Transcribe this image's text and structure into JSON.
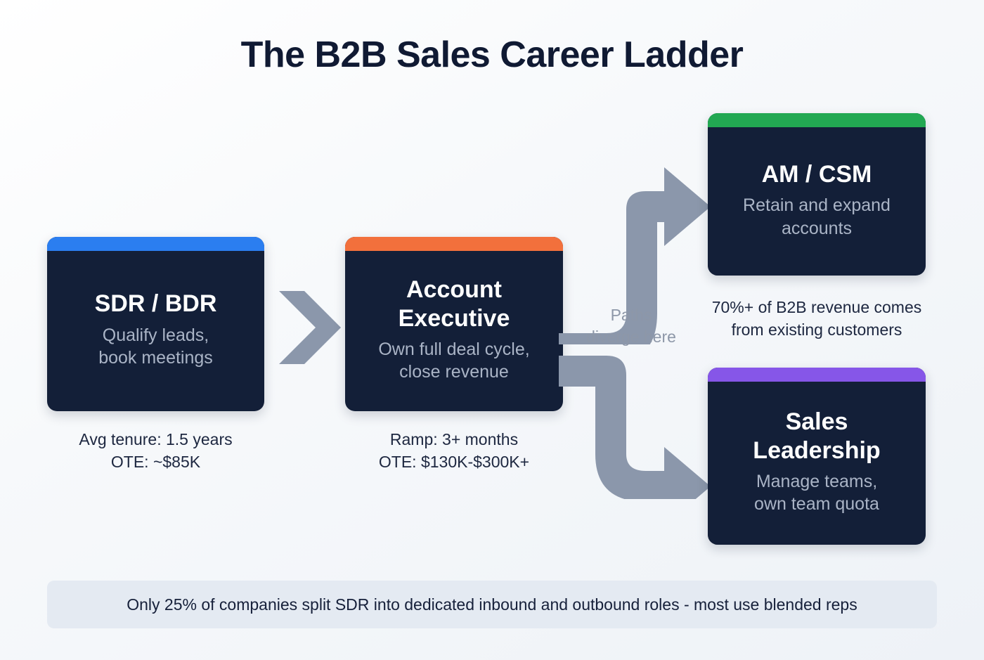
{
  "title": "The B2B Sales Career Ladder",
  "colors": {
    "background": "#f2f5f9",
    "card_body": "#131f38",
    "card_title": "#ffffff",
    "card_desc": "#aab4c6",
    "accent_sdr": "#2b7ef0",
    "accent_ae": "#f2703c",
    "accent_am": "#22a852",
    "accent_leadership": "#8656e8",
    "arrow": "#8b97ab",
    "caption_text": "#1d2740",
    "footer_bg": "#e4eaf2"
  },
  "cards": {
    "sdr": {
      "title": "SDR / BDR",
      "desc_line1": "Qualify leads,",
      "desc_line2": "book meetings",
      "accent": "#2b7ef0"
    },
    "ae": {
      "title_line1": "Account",
      "title_line2": "Executive",
      "desc_line1": "Own full deal cycle,",
      "desc_line2": "close revenue",
      "accent": "#f2703c"
    },
    "am": {
      "title": "AM / CSM",
      "desc_line1": "Retain and expand",
      "desc_line2": "accounts",
      "accent": "#22a852"
    },
    "leadership": {
      "title_line1": "Sales",
      "title_line2": "Leadership",
      "desc_line1": "Manage teams,",
      "desc_line2": "own team quota",
      "accent": "#8656e8"
    }
  },
  "captions": {
    "sdr_line1": "Avg tenure: 1.5 years",
    "sdr_line2": "OTE: ~$85K",
    "ae_line1": "Ramp: 3+ months",
    "ae_line2": "OTE: $130K-$300K+",
    "am_line1": "70%+ of B2B revenue comes",
    "am_line2": "from existing customers"
  },
  "diverge": {
    "line1": "Paths",
    "line2": "diverge here"
  },
  "footer": {
    "text": "Only 25% of companies split SDR into dedicated inbound and outbound roles - most use blended reps"
  }
}
